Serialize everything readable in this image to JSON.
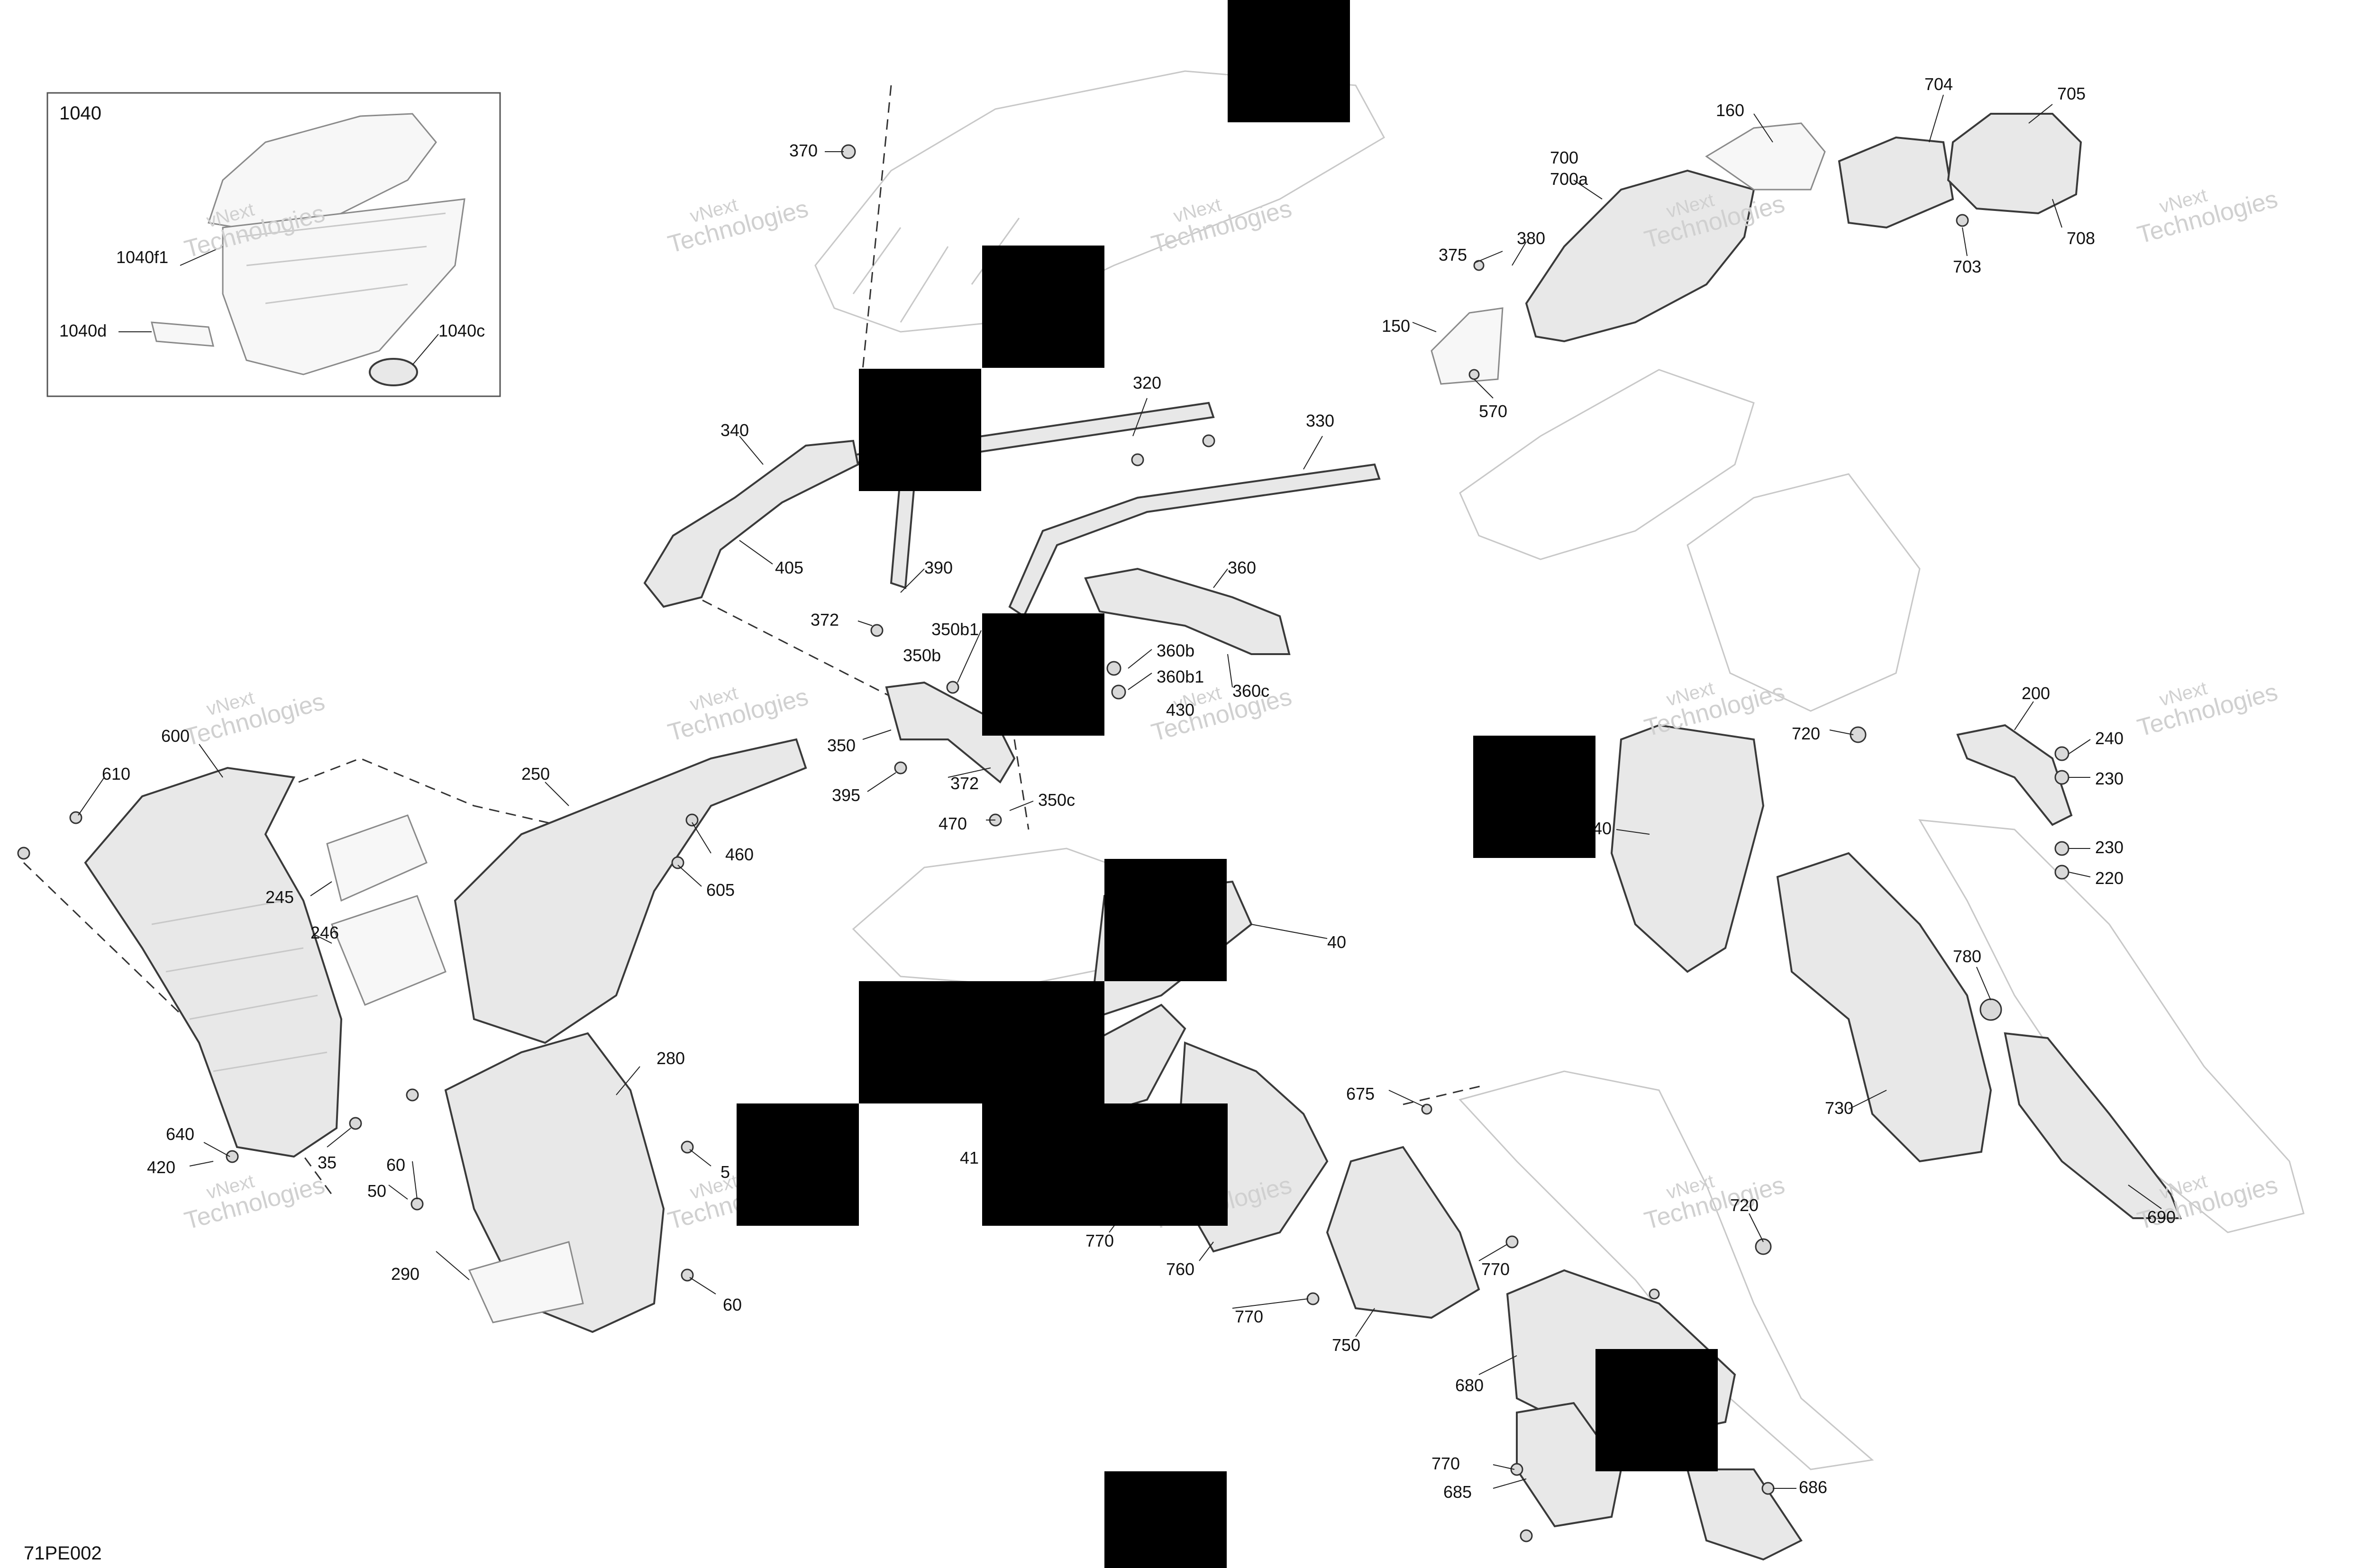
{
  "diagram": {
    "inset_label": "1040",
    "inset_callouts": [
      "1040f1",
      "1040d",
      "1040c"
    ],
    "code": "71PE002",
    "watermark_line1": "vNext",
    "watermark_line2": "Technologies",
    "watermark_full": "vNext Technologies",
    "callouts": {
      "c370": "370",
      "c320": "320",
      "c330": "330",
      "c340": "340",
      "c405": "405",
      "c390": "390",
      "c372a": "372",
      "c360": "360",
      "c350b1": "350b1",
      "c350b": "350b",
      "c360b": "360b",
      "c360b1": "360b1",
      "c360c": "360c",
      "c430": "430",
      "c350": "350",
      "c372b": "372",
      "c395": "395",
      "c470": "470",
      "c350c": "350c",
      "c160": "160",
      "c700": "700",
      "c700a": "700a",
      "c704": "704",
      "c705": "705",
      "c708": "708",
      "c703": "703",
      "c375": "375",
      "c380": "380",
      "c150": "150",
      "c570": "570",
      "c720a": "720",
      "c200": "200",
      "c240": "240",
      "c230a": "230",
      "c230b": "230",
      "c220": "220",
      "c40a": "40",
      "c780": "780",
      "c730": "730",
      "c690": "690",
      "c610": "610",
      "c600": "600",
      "c250": "250",
      "c460": "460",
      "c605": "605",
      "c245": "245",
      "c246": "246",
      "c280": "280",
      "c640": "640",
      "c420": "420",
      "c35": "35",
      "c60a": "60",
      "c50": "50",
      "c290": "290",
      "c60b": "60",
      "c5x": "5",
      "c40b": "40",
      "c41x": "41",
      "c675": "675",
      "c770a": "770",
      "c760": "760",
      "c770b": "770",
      "c750": "750",
      "c770c": "770",
      "c720b": "720",
      "c680": "680",
      "c770d": "770",
      "c685": "685",
      "c686": "686"
    }
  }
}
